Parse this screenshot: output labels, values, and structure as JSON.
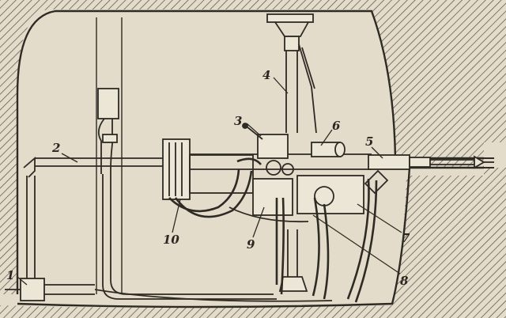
{
  "figure": {
    "background_color": "#e3dccb",
    "ink_color": "#2e2a24",
    "callouts": [
      {
        "id": "1",
        "text": "1"
      },
      {
        "id": "2",
        "text": "2"
      },
      {
        "id": "3",
        "text": "3"
      },
      {
        "id": "4",
        "text": "4"
      },
      {
        "id": "5",
        "text": "5"
      },
      {
        "id": "6",
        "text": "6"
      },
      {
        "id": "7",
        "text": "7"
      },
      {
        "id": "8",
        "text": "8"
      },
      {
        "id": "9",
        "text": "9"
      },
      {
        "id": "10",
        "text": "10"
      }
    ]
  }
}
